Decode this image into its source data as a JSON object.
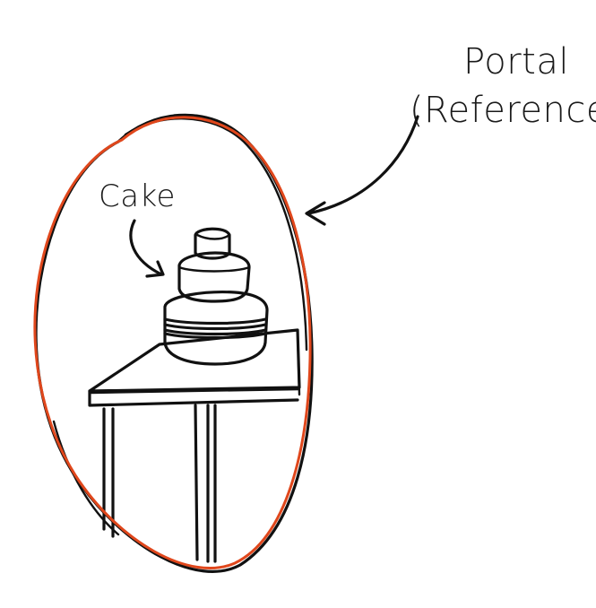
{
  "labels": {
    "portal_line1": "Portal",
    "portal_line2": "(Reference)",
    "cake": "Cake"
  },
  "colors": {
    "ink": "#111111",
    "portal_ring": "#e0471c",
    "background": "#ffffff"
  }
}
